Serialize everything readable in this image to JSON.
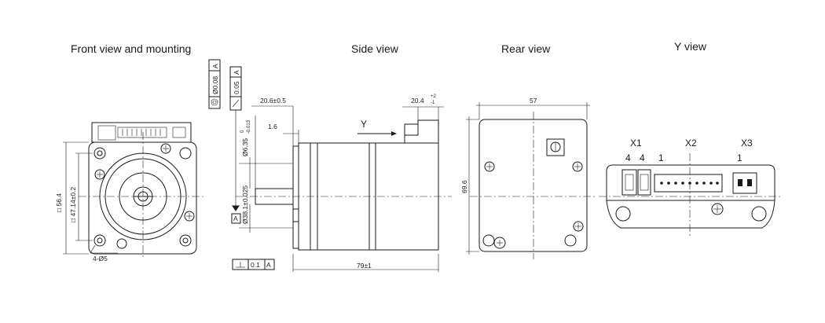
{
  "titles": {
    "front": "Front view and mounting",
    "side": "Side view",
    "rear": "Rear view",
    "yview": "Y view"
  },
  "front_dims": {
    "outer_square": "□ 56.4",
    "bolt_square": "□ 47.14±0.2",
    "holes": "4-Ø5"
  },
  "tolerances": {
    "concentricity": "Ø0.08",
    "concentricity_ref": "A",
    "runout": "0.05",
    "runout_ref": "A",
    "perpendicularity": "0.1",
    "perpendicularity_ref": "A",
    "datum": "A"
  },
  "side_dims": {
    "shaft_dia": "Ø6.35",
    "shaft_dia_tol_upper": "0",
    "shaft_dia_tol_lower": "-0.013",
    "pilot_dia": "Ø38.1±0.025",
    "flange": "1.6",
    "shaft_length": "20.6±0.5",
    "connector_height": "20.4",
    "connector_tol_upper": "+2",
    "connector_tol_lower": "-1",
    "body_length": "79±1",
    "view_arrow": "Y"
  },
  "rear_dims": {
    "width": "57",
    "height": "69.6"
  },
  "y_view": {
    "connectors": [
      "X1",
      "X2",
      "X3"
    ],
    "pins": [
      "4",
      "4",
      "1",
      "1"
    ]
  }
}
